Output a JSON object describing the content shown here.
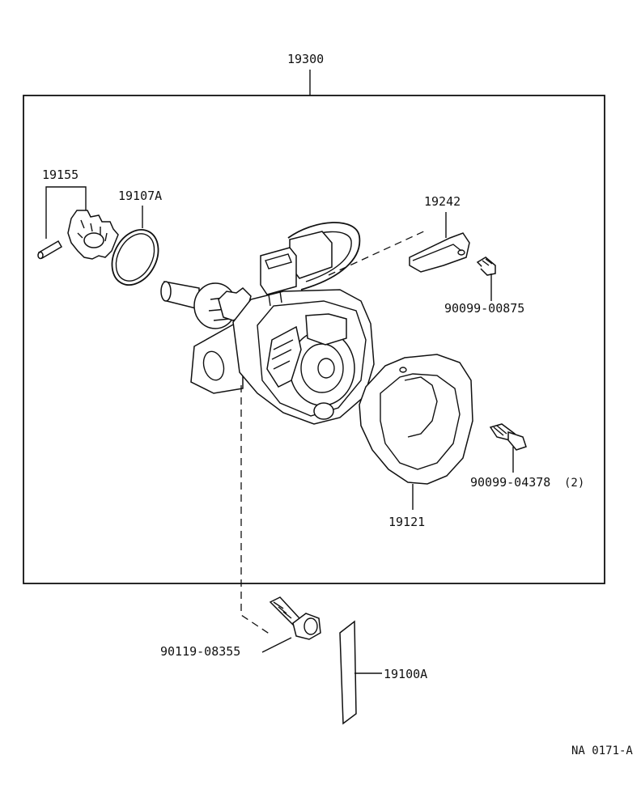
{
  "parts": {
    "assembly": "19300",
    "pin_gear": "19155",
    "o_ring": "19107A",
    "bracket": "19242",
    "screw_bracket": "90099-00875",
    "screw_cap": "90099-04378",
    "screw_cap_qty": "(2)",
    "cap": "19121",
    "mount_bolt": "90119-08355",
    "label_plate": "19100A"
  },
  "figure_code": "NA 0171-A"
}
